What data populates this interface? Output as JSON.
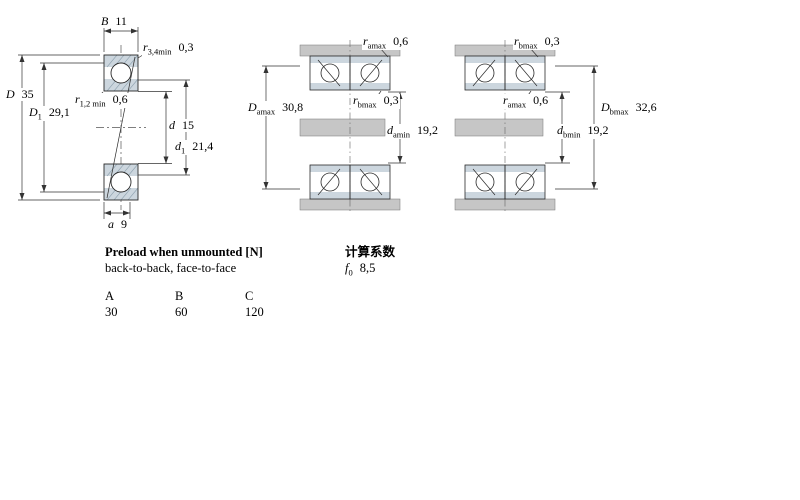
{
  "left_fig": {
    "b": {
      "sym": "B",
      "val": "11"
    },
    "r34": {
      "sym": "r",
      "sub": "3,4min",
      "val": "0,3"
    },
    "D": {
      "sym": "D",
      "val": "35"
    },
    "D1": {
      "sym": "D",
      "sub": "1",
      "val": "29,1"
    },
    "r12": {
      "sym": "r",
      "sub": "1,2 min",
      "val": "0,6"
    },
    "d": {
      "sym": "d",
      "val": "15"
    },
    "d1": {
      "sym": "d",
      "sub": "1",
      "val": "21,4"
    },
    "a": {
      "sym": "a",
      "val": "9"
    }
  },
  "mid_fig": {
    "r_amax": {
      "sym": "r",
      "sub": "amax",
      "val": "0,6"
    },
    "D_amax": {
      "sym": "D",
      "sub": "amax",
      "val": "30,8"
    },
    "r_bmax": {
      "sym": "r",
      "sub": "bmax",
      "val": "0,3"
    },
    "d_amin": {
      "sym": "d",
      "sub": "amin",
      "val": "19,2"
    }
  },
  "right_fig": {
    "r_bmax": {
      "sym": "r",
      "sub": "bmax",
      "val": "0,3"
    },
    "r_amax": {
      "sym": "r",
      "sub": "amax",
      "val": "0,6"
    },
    "D_bmax": {
      "sym": "D",
      "sub": "bmax",
      "val": "32,6"
    },
    "d_bmin": {
      "sym": "d",
      "sub": "bmin",
      "val": "19,2"
    }
  },
  "preload": {
    "title": "Preload when unmounted [N]",
    "subtitle": "back-to-back, face-to-face",
    "columns": [
      "A",
      "B",
      "C"
    ],
    "values": [
      "30",
      "60",
      "120"
    ]
  },
  "calc": {
    "title": "计算系数",
    "f0": {
      "sym": "f",
      "sub": "0",
      "val": "8,5"
    }
  }
}
